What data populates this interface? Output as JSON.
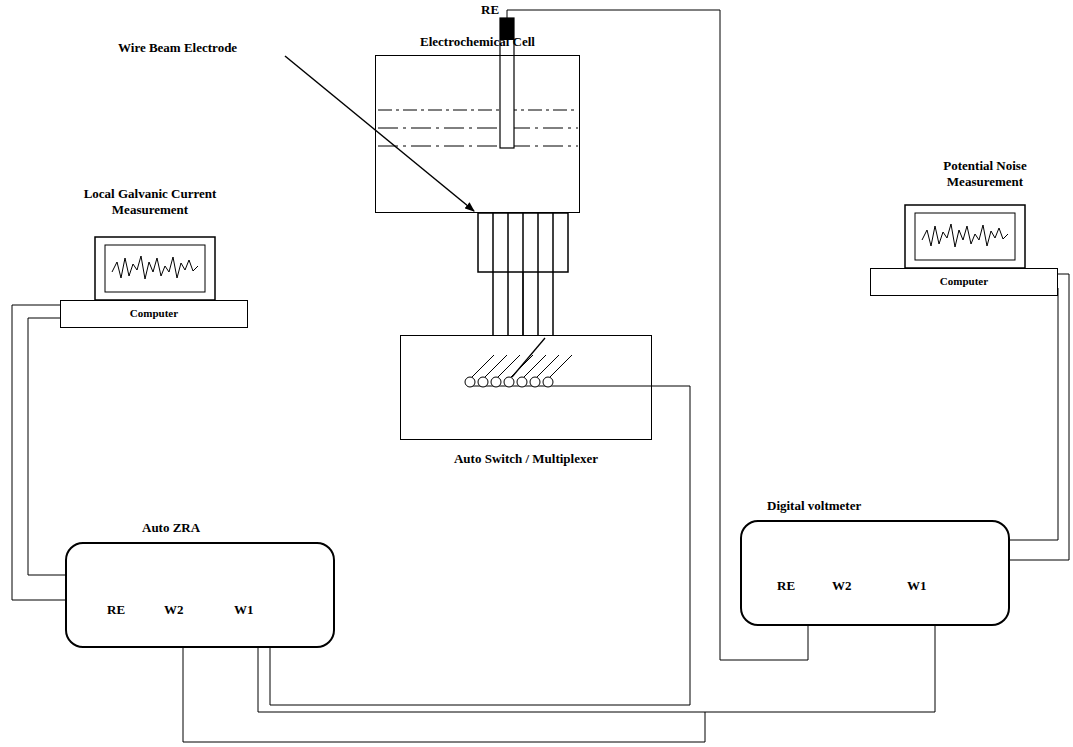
{
  "diagram": {
    "nodes": [
      {
        "text": [
          "Electrochemical Cell"
        ]
      },
      {
        "text": [
          "Auto Switch / Multiplexer"
        ]
      },
      {
        "text": [
          "Computer"
        ]
      },
      {
        "text": [
          "Computer"
        ]
      },
      {
        "text": [
          "Auto ZRA",
          "RE",
          "W2",
          "W1"
        ]
      },
      {
        "text": [
          "Digital voltmeter",
          "RE",
          "W2",
          "W1"
        ]
      }
    ],
    "edges": [
      {
        "from": 4,
        "to": 2,
        "arrow": "none"
      },
      {
        "from": 5,
        "to": 3,
        "arrow": "none"
      },
      {
        "from": 0,
        "to": 1,
        "arrow": "none"
      },
      {
        "from": 4,
        "to": 1,
        "arrow": "none"
      },
      {
        "from": 4,
        "to": 5,
        "arrow": "none"
      },
      {
        "from": 5,
        "to": 0,
        "arrow": "none"
      }
    ],
    "labels": [
      "RE",
      "Wire Beam Electrode",
      "Local Galvanic Current Measurement",
      "Potential Noise Measurement"
    ]
  }
}
